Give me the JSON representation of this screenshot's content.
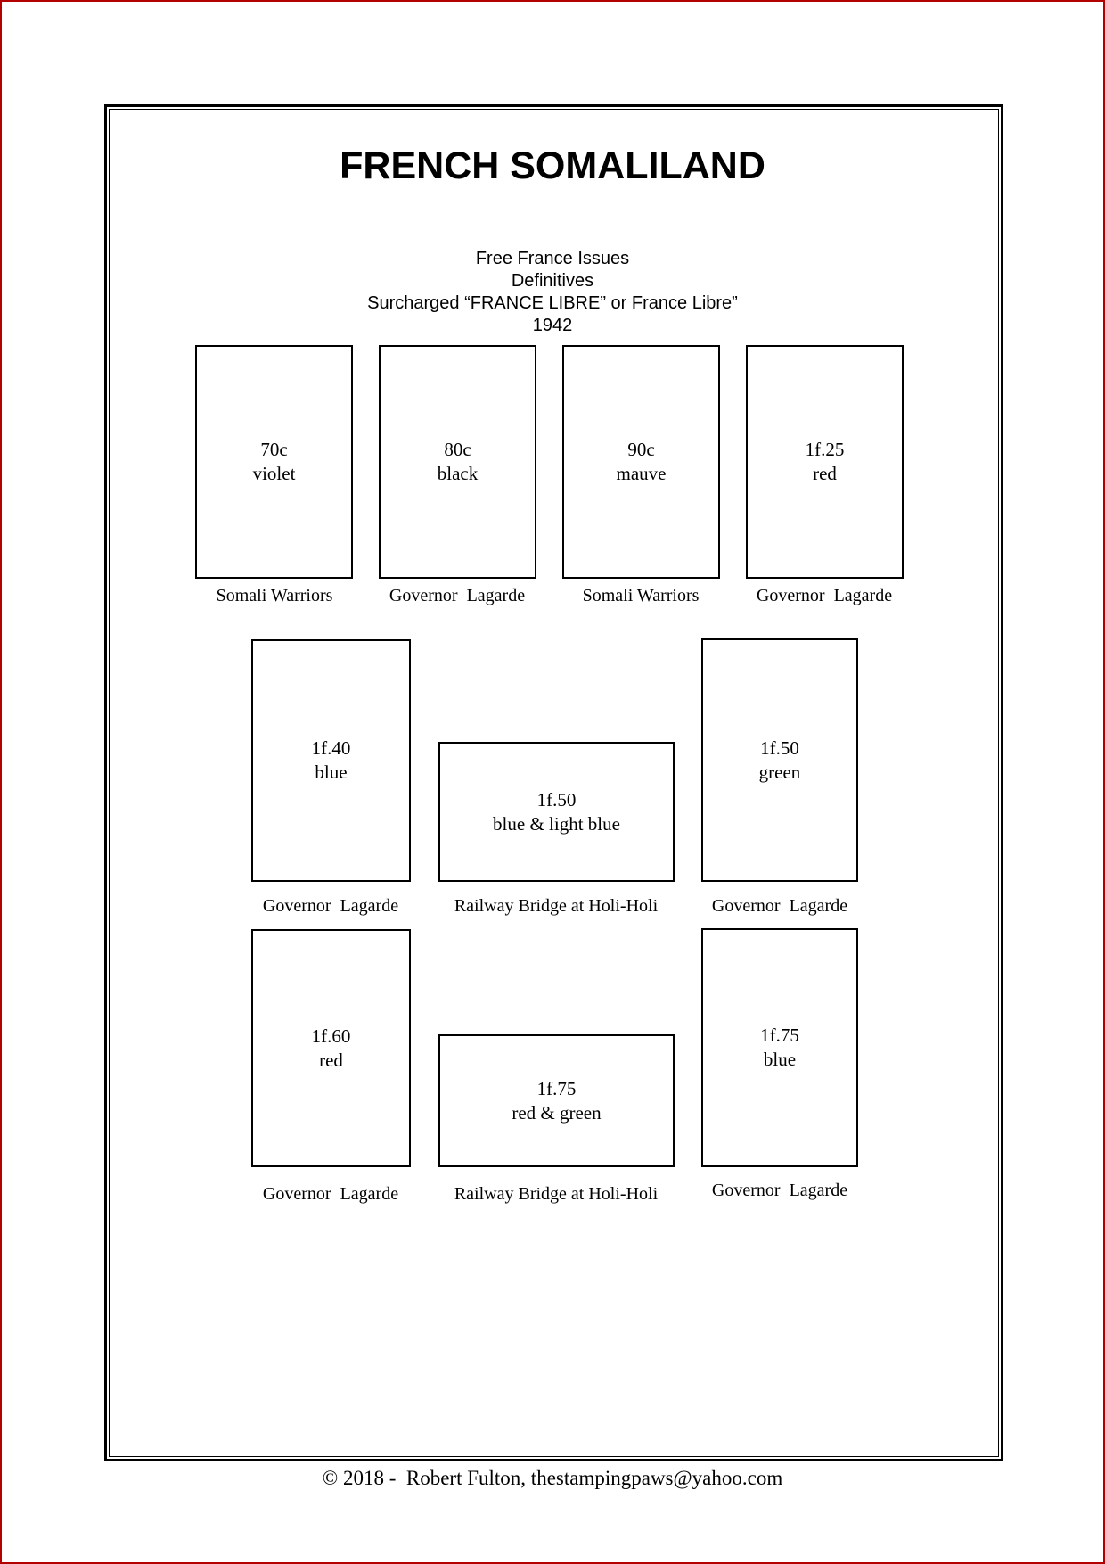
{
  "page": {
    "title": "FRENCH SOMALILAND",
    "subtitle_lines": [
      "Free France Issues",
      "Definitives",
      "Surcharged “FRANCE LIBRE” or France Libre”",
      "1942"
    ],
    "footer": "© 2018 -  Robert Fulton, thestampingpaws@yahoo.com",
    "outer_border_color": "#b30000",
    "frame_border_color": "#000000"
  },
  "rows": [
    {
      "stamps": [
        {
          "value": "70c",
          "color": "violet",
          "caption": "Somali Warriors",
          "orientation": "vertical"
        },
        {
          "value": "80c",
          "color": "black",
          "caption": "Governor  Lagarde",
          "orientation": "vertical"
        },
        {
          "value": "90c",
          "color": "mauve",
          "caption": "Somali Warriors",
          "orientation": "vertical"
        },
        {
          "value": "1f.25",
          "color": "red",
          "caption": "Governor  Lagarde",
          "orientation": "vertical"
        }
      ]
    },
    {
      "stamps": [
        {
          "value": "1f.40",
          "color": "blue",
          "caption": "Governor  Lagarde",
          "orientation": "vertical"
        },
        {
          "value": "1f.50",
          "color": "blue & light blue",
          "caption": "Railway Bridge at Holi-Holi",
          "orientation": "horizontal"
        },
        {
          "value": "1f.50",
          "color": "green",
          "caption": "Governor  Lagarde",
          "orientation": "vertical"
        }
      ]
    },
    {
      "stamps": [
        {
          "value": "1f.60",
          "color": "red",
          "caption": "Governor  Lagarde",
          "orientation": "vertical"
        },
        {
          "value": "1f.75",
          "color": "red & green",
          "caption": "Railway Bridge at Holi-Holi",
          "orientation": "horizontal"
        },
        {
          "value": "1f.75",
          "color": "blue",
          "caption": "Governor  Lagarde",
          "orientation": "vertical"
        }
      ]
    }
  ]
}
